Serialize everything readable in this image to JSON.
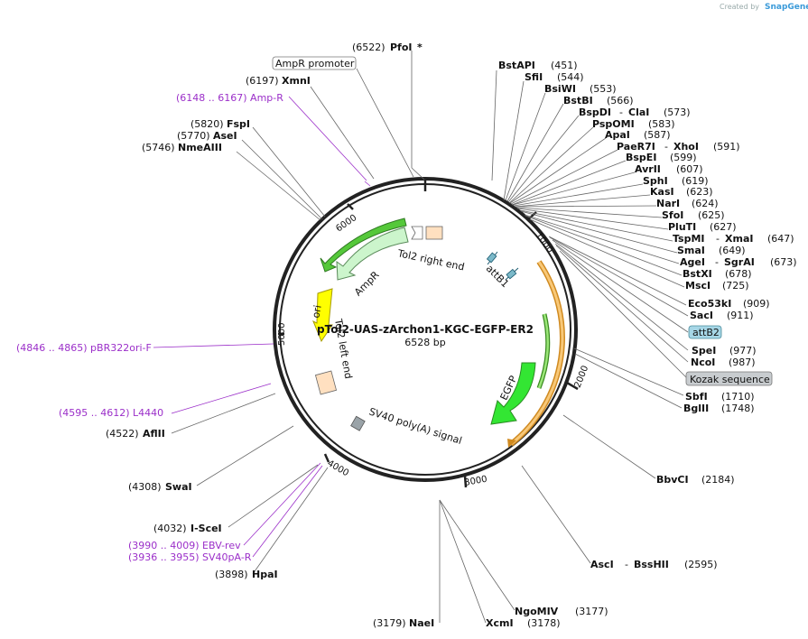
{
  "credit": {
    "prefix": "Created by",
    "brand": "SnapGene"
  },
  "plasmid": {
    "name": "pTol2-UAS-zArchon1-KGC-EGFP-ER2",
    "length": "6528 bp"
  },
  "ticks": [
    "1000",
    "2000",
    "3000",
    "4000",
    "5000",
    "6000"
  ],
  "enzymes_top": [
    {
      "pos": "(6522)",
      "name": "PfoI",
      "extra": "*"
    },
    {
      "pos": "(6197)",
      "name": "XmnI"
    },
    {
      "pos": "(5820)",
      "name": "FspI"
    },
    {
      "pos": "(5770)",
      "name": "AseI"
    },
    {
      "pos": "(5746)",
      "name": "NmeAIII"
    }
  ],
  "enzymes_right": [
    {
      "name": "BstAPI",
      "pos": "(451)"
    },
    {
      "name": "SfiI",
      "pos": "(544)"
    },
    {
      "name": "BsiWI",
      "pos": "(553)"
    },
    {
      "name": "BstBI",
      "pos": "(566)"
    },
    {
      "name": "BspDI",
      "name2": "ClaI",
      "pos": "(573)"
    },
    {
      "name": "PspOMI",
      "pos": "(583)"
    },
    {
      "name": "ApaI",
      "pos": "(587)"
    },
    {
      "name": "PaeR7I",
      "name2": "XhoI",
      "pos": "(591)"
    },
    {
      "name": "BspEI",
      "pos": "(599)"
    },
    {
      "name": "AvrII",
      "pos": "(607)"
    },
    {
      "name": "SphI",
      "pos": "(619)"
    },
    {
      "name": "KasI",
      "pos": "(623)"
    },
    {
      "name": "NarI",
      "pos": "(624)"
    },
    {
      "name": "SfoI",
      "pos": "(625)"
    },
    {
      "name": "PluTI",
      "pos": "(627)"
    },
    {
      "name": "TspMI",
      "name2": "XmaI",
      "pos": "(647)"
    },
    {
      "name": "SmaI",
      "pos": "(649)"
    },
    {
      "name": "AgeI",
      "name2": "SgrAI",
      "pos": "(673)"
    },
    {
      "name": "BstXI",
      "pos": "(678)"
    },
    {
      "name": "MscI",
      "pos": "(725)"
    },
    {
      "name": "Eco53kI",
      "pos": "(909)"
    },
    {
      "name": "SacI",
      "pos": "(911)"
    },
    {
      "name": "SpeI",
      "pos": "(977)"
    },
    {
      "name": "NcoI",
      "pos": "(987)"
    },
    {
      "name": "SbfI",
      "pos": "(1710)"
    },
    {
      "name": "BglII",
      "pos": "(1748)"
    },
    {
      "name": "BbvCI",
      "pos": "(2184)"
    },
    {
      "name": "AscI",
      "name2": "BssHII",
      "pos": "(2595)"
    },
    {
      "name": "NgoMIV",
      "pos": "(3177)"
    },
    {
      "name": "XcmI",
      "pos": "(3178)"
    }
  ],
  "enzymes_left": [
    {
      "pos": "(3179)",
      "name": "NaeI"
    },
    {
      "pos": "(4522)",
      "name": "AflII"
    },
    {
      "pos": "(4308)",
      "name": "SwaI"
    },
    {
      "pos": "(4032)",
      "name": "I-SceI"
    },
    {
      "pos": "(3898)",
      "name": "HpaI"
    }
  ],
  "primers": [
    {
      "label": "(6148 .. 6167)  Amp-R"
    },
    {
      "label": "(4846 .. 4865)  pBR322ori-F"
    },
    {
      "label": "(4595 .. 4612)  L4440"
    },
    {
      "label": "(3990 .. 4009)  EBV-rev"
    },
    {
      "label": "(3936 .. 3955)  SV40pA-R"
    }
  ],
  "boxed_labels": {
    "amp_promoter": "AmpR promoter",
    "attb2": "attB2",
    "kozak": "Kozak sequence"
  },
  "features": {
    "tol2_right": "Tol2 right end",
    "attb1": "attB1",
    "ampr": "AmpR",
    "ori": "ori",
    "tol2_left": "Tol2 left end",
    "egfp": "EGFP",
    "sv40": "SV40 poly(A) signal"
  },
  "colors": {
    "ampr": "#ccf5cc",
    "ori": "#ffff00",
    "egfp": "#33e633",
    "tol2": "#ffe0c0",
    "orange_arc": "#f5a020",
    "primer": "#9b2fc9",
    "attb": "#a6d6e6"
  }
}
